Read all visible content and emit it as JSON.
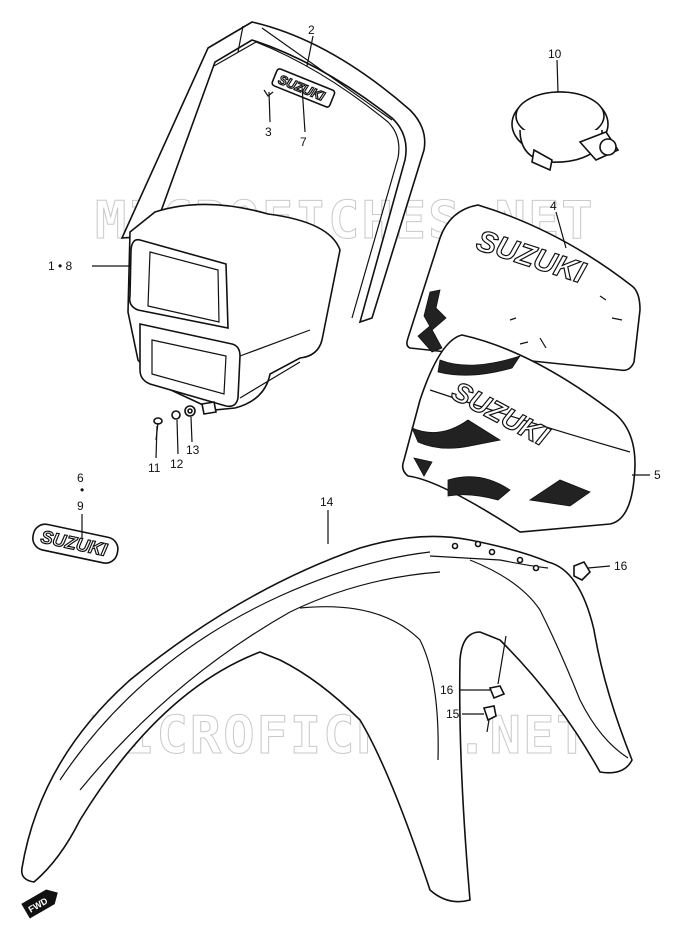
{
  "watermark": "MICROFICHES.NET",
  "callouts": [
    {
      "id": "c1",
      "text": "1 • 8"
    },
    {
      "id": "c2",
      "text": "2"
    },
    {
      "id": "c3",
      "text": "3"
    },
    {
      "id": "c4",
      "text": "4"
    },
    {
      "id": "c5",
      "text": "5"
    },
    {
      "id": "c6",
      "text": "6"
    },
    {
      "id": "c7",
      "text": "7"
    },
    {
      "id": "c9",
      "text": "9"
    },
    {
      "id": "c10",
      "text": "10"
    },
    {
      "id": "c11",
      "text": "11"
    },
    {
      "id": "c12",
      "text": "12"
    },
    {
      "id": "c13",
      "text": "13"
    },
    {
      "id": "c14",
      "text": "14"
    },
    {
      "id": "c15",
      "text": "15"
    },
    {
      "id": "c16a",
      "text": "16"
    },
    {
      "id": "c16b",
      "text": "16"
    }
  ],
  "emblems": {
    "brand": "SUZUKI"
  },
  "direction_badge": "FWD",
  "colors": {
    "ink": "#111111",
    "paper": "#ffffff",
    "watermark": "#c9c9c9"
  }
}
